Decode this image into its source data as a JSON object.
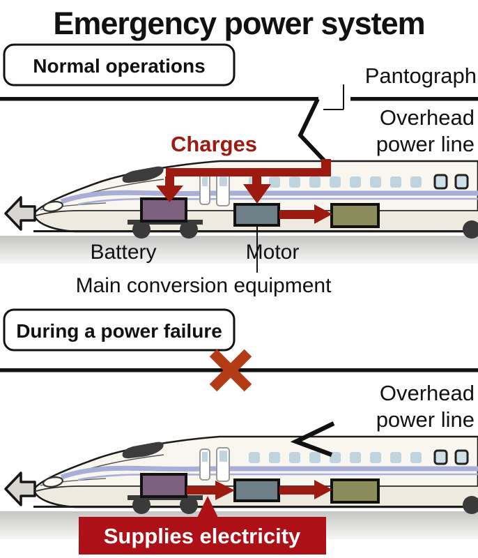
{
  "title": "Emergency power system",
  "colors": {
    "arrow_red": "#9d1a10",
    "x_red": "#b33c17",
    "banner_red": "#ad1016",
    "battery": "#7d6080",
    "conversion": "#6e7f88",
    "motor": "#8c8b5c",
    "stripe": "#a9aed8",
    "window": "#bfd4df",
    "body_cream": "#f8f6ee",
    "skirt_cream": "#efeadf",
    "ground_gray": "#c5c5c4",
    "line_black": "#111111"
  },
  "icons": {
    "direction_arrow": "left-block-arrow",
    "pantograph_arm": "raised-pantograph",
    "folded_pantograph": "lowered-pantograph-chevron",
    "failure_mark": "x-cross"
  },
  "panel1": {
    "heading": "Normal operations",
    "labels": {
      "pantograph": "Pantograph",
      "overhead1": "Overhead",
      "overhead2": "power line",
      "charges": "Charges",
      "battery": "Battery",
      "motor": "Motor",
      "main_conversion": "Main conversion equipment"
    }
  },
  "panel2": {
    "heading": "During a power failure",
    "labels": {
      "overhead1": "Overhead",
      "overhead2": "power line",
      "supplies": "Supplies electricity"
    }
  }
}
